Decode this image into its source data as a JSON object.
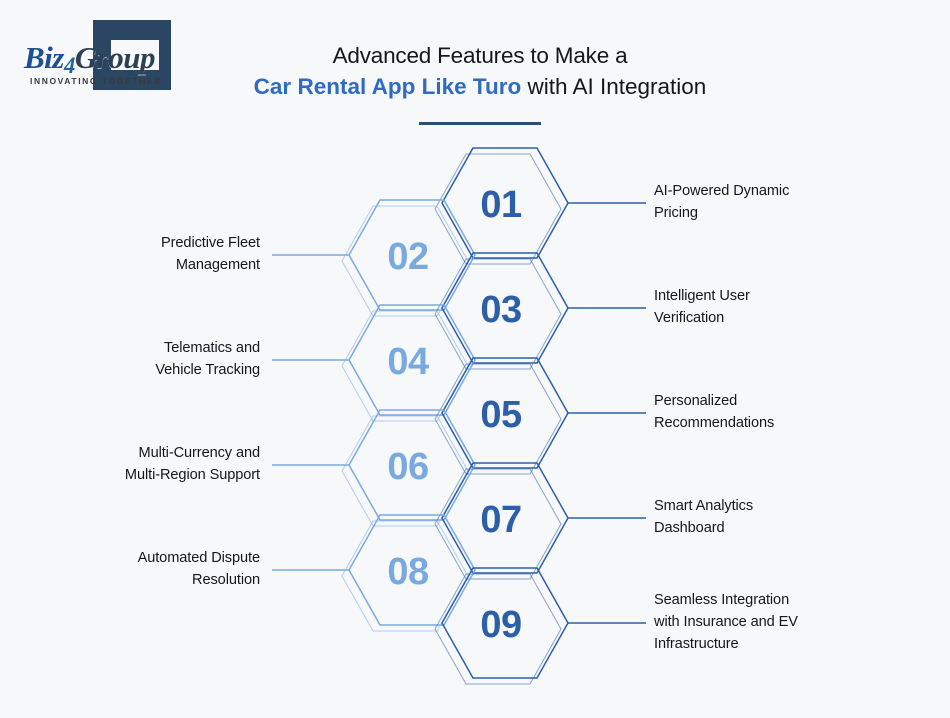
{
  "brand": {
    "name_part1": "Biz",
    "name_four": "4",
    "name_part2": "Group",
    "tagline": "INNOVATING TOGETHER",
    "mark": "bracket-square"
  },
  "header": {
    "title_line1": "Advanced Features to Make a",
    "title_line2_accent": "Car Rental App Like Turo",
    "title_line2_rest": " with AI Integration"
  },
  "colors": {
    "background": "#f7f8fa",
    "accent_blue": "#2f6ac4",
    "hex_dark": "#2c5fa8",
    "hex_light": "#7aa9e0",
    "rule": "#2b4f73",
    "text": "#15171a"
  },
  "diagram": {
    "type": "hexagon-interlock-list",
    "items": [
      {
        "number": "01",
        "label": "AI-Powered Dynamic\nPricing",
        "side": "right",
        "tone": "dark"
      },
      {
        "number": "02",
        "label": "Predictive Fleet\nManagement",
        "side": "left",
        "tone": "light"
      },
      {
        "number": "03",
        "label": "Intelligent User\nVerification",
        "side": "right",
        "tone": "dark"
      },
      {
        "number": "04",
        "label": "Telematics and\nVehicle Tracking",
        "side": "left",
        "tone": "light"
      },
      {
        "number": "05",
        "label": "Personalized\nRecommendations",
        "side": "right",
        "tone": "dark"
      },
      {
        "number": "06",
        "label": "Multi-Currency and\nMulti-Region Support",
        "side": "left",
        "tone": "light"
      },
      {
        "number": "07",
        "label": "Smart Analytics\nDashboard",
        "side": "right",
        "tone": "dark"
      },
      {
        "number": "08",
        "label": "Automated Dispute\nResolution",
        "side": "left",
        "tone": "light"
      },
      {
        "number": "09",
        "label": "Seamless Integration\nwith Insurance and EV\nInfrastructure",
        "side": "right",
        "tone": "dark"
      }
    ]
  }
}
